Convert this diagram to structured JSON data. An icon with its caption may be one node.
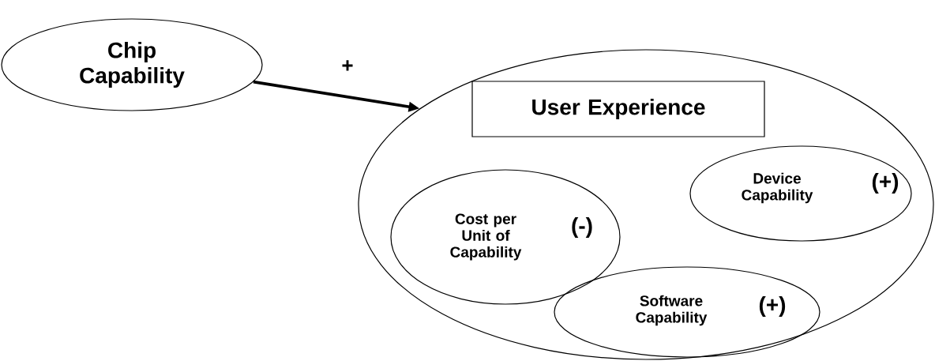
{
  "diagram": {
    "nodes": [
      {
        "text": [
          "Chip Capability"
        ]
      },
      {
        "text": [],
        "shape": "ellipse"
      },
      {
        "text": [
          "User Experience"
        ],
        "in": 1
      },
      {
        "text": [
          "Cost per Unit of Capability",
          "(-)"
        ],
        "in": 1
      },
      {
        "text": [
          "Device Capability",
          "(+)"
        ],
        "in": 1
      },
      {
        "text": [
          "Software Capability",
          "(+)"
        ],
        "in": 1
      }
    ],
    "edges": [
      {
        "from": 0,
        "to": 1,
        "arrow": "to",
        "label": "+"
      }
    ]
  }
}
